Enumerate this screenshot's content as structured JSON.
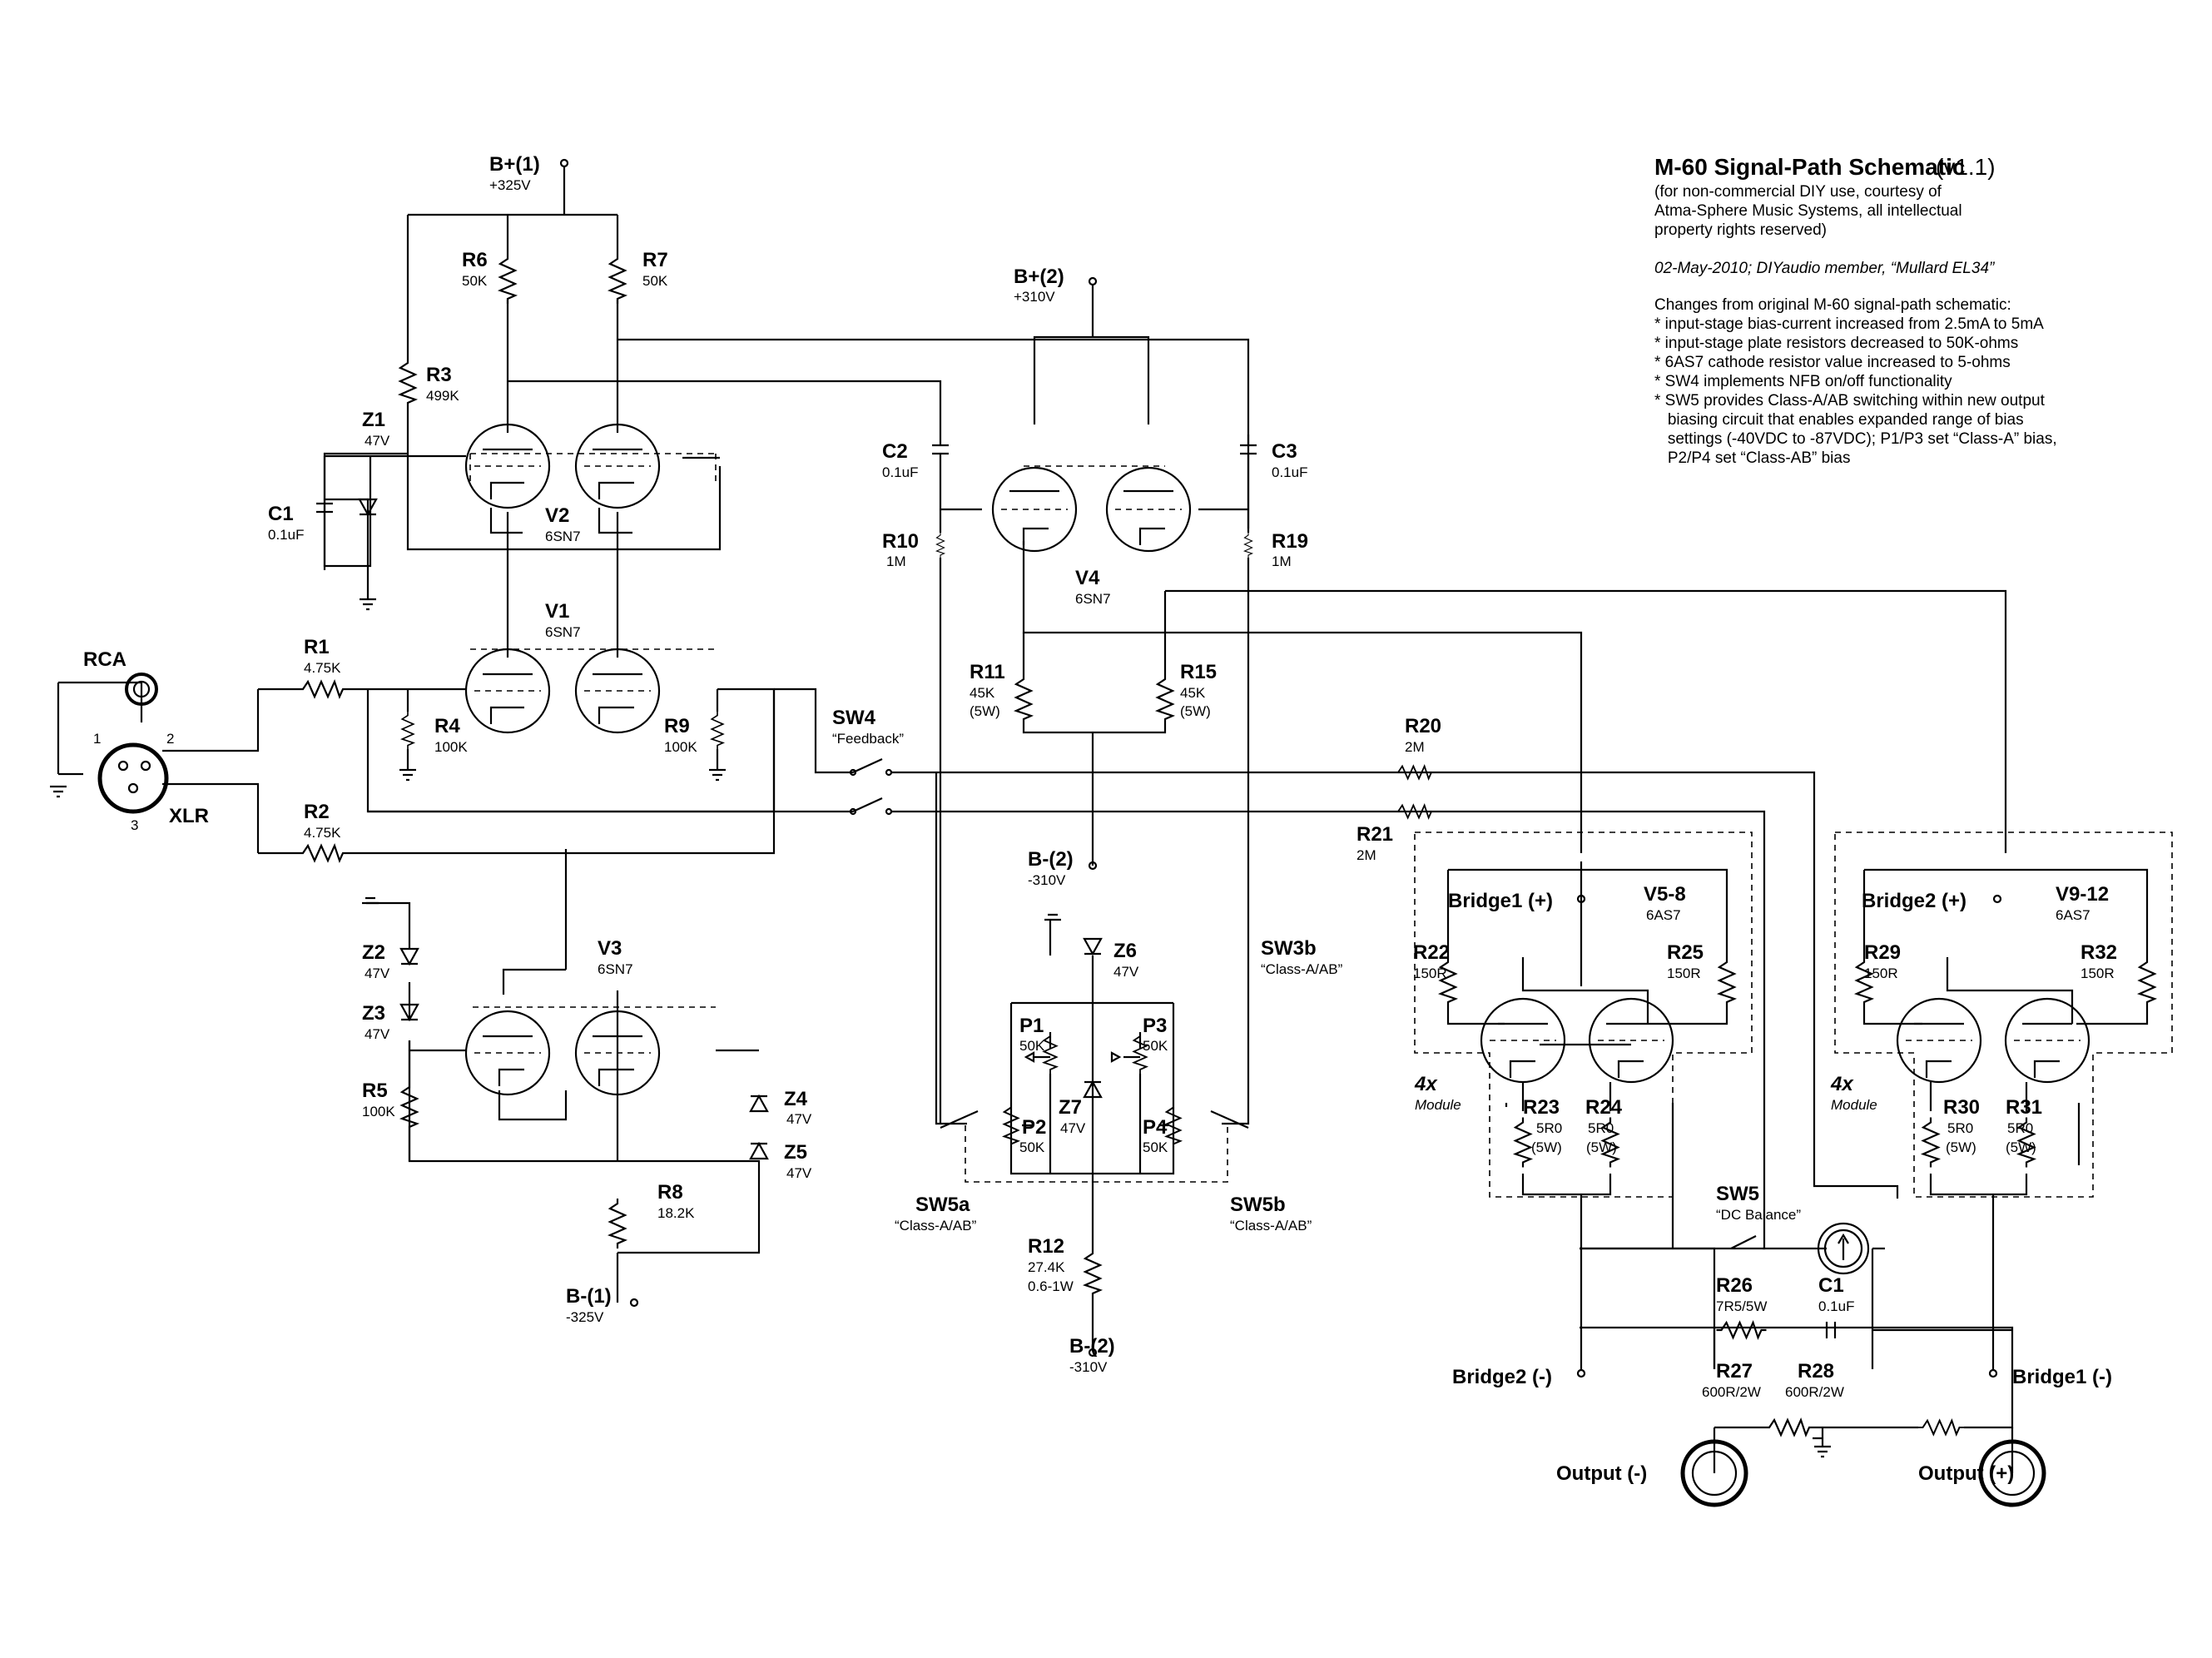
{
  "title": {
    "name": "M-60 Signal-Path Schematic",
    "version": "(v1.1)",
    "credit": [
      "(for non-commercial DIY use, courtesy of",
      "Atma-Sphere Music Systems, all intellectual",
      "property rights reserved)"
    ],
    "date_line": "02-May-2010; DIYaudio member, “Mullard EL34”",
    "changes_heading": "Changes from original M-60 signal-path schematic:",
    "changes": [
      "* input-stage bias-current increased from 2.5mA to 5mA",
      "* input-stage plate resistors decreased to 50K-ohms",
      "* 6AS7 cathode resistor value increased to 5-ohms",
      "* SW4 implements NFB on/off functionality",
      "* SW5 provides Class-A/AB switching within new output",
      "   biasing circuit that enables expanded range of bias",
      "   settings (-40VDC to -87VDC); P1/P3 set “Class-A” bias,",
      "   P2/P4 set “Class-AB” bias"
    ]
  },
  "rails": {
    "bplus1": {
      "label": "B+(1)",
      "value": "+325V"
    },
    "bplus2": {
      "label": "B+(2)",
      "value": "+310V"
    },
    "bminus1": {
      "label": "B-(1)",
      "value": "-325V"
    },
    "bminus2_top": {
      "label": "B-(2)",
      "value": "-310V"
    },
    "bminus2_bot": {
      "label": "B-(2)",
      "value": "-310V"
    }
  },
  "resistors": {
    "R1": {
      "label": "R1",
      "value": "4.75K"
    },
    "R2": {
      "label": "R2",
      "value": "4.75K"
    },
    "R3": {
      "label": "R3",
      "value": "499K"
    },
    "R4": {
      "label": "R4",
      "value": "100K"
    },
    "R5": {
      "label": "R5",
      "value": "100K"
    },
    "R6": {
      "label": "R6",
      "value": "50K"
    },
    "R7": {
      "label": "R7",
      "value": "50K"
    },
    "R8": {
      "label": "R8",
      "value": "18.2K"
    },
    "R9": {
      "label": "R9",
      "value": "100K"
    },
    "R10": {
      "label": "R10",
      "value": "1M"
    },
    "R11": {
      "label": "R11",
      "value": "45K",
      "rating": "(5W)"
    },
    "R12": {
      "label": "R12",
      "value": "27.4K",
      "rating": "0.6-1W"
    },
    "R15": {
      "label": "R15",
      "value": "45K",
      "rating": "(5W)"
    },
    "R19": {
      "label": "R19",
      "value": "1M"
    },
    "R20": {
      "label": "R20",
      "value": "2M"
    },
    "R21": {
      "label": "R21",
      "value": "2M"
    },
    "R22": {
      "label": "R22",
      "value": "150R"
    },
    "R23": {
      "label": "R23",
      "value": "5R0",
      "rating": "(5W)"
    },
    "R24": {
      "label": "R24",
      "value": "5R0",
      "rating": "(5W)"
    },
    "R25": {
      "label": "R25",
      "value": "150R"
    },
    "R26": {
      "label": "R26",
      "value": "7R5/5W"
    },
    "R27": {
      "label": "R27",
      "value": "600R/2W"
    },
    "R28": {
      "label": "R28",
      "value": "600R/2W"
    },
    "R29": {
      "label": "R29",
      "value": "150R"
    },
    "R30": {
      "label": "R30",
      "value": "5R0",
      "rating": "(5W)"
    },
    "R31": {
      "label": "R31",
      "value": "5R0",
      "rating": "(5W)"
    },
    "R32": {
      "label": "R32",
      "value": "150R"
    }
  },
  "capacitors": {
    "C1a": {
      "label": "C1",
      "value": "0.1uF"
    },
    "C1b": {
      "label": "C1",
      "value": "0.1uF"
    },
    "C2": {
      "label": "C2",
      "value": "0.1uF"
    },
    "C3": {
      "label": "C3",
      "value": "0.1uF"
    }
  },
  "zeners": {
    "Z1": {
      "label": "Z1",
      "value": "47V"
    },
    "Z2": {
      "label": "Z2",
      "value": "47V"
    },
    "Z3": {
      "label": "Z3",
      "value": "47V"
    },
    "Z4": {
      "label": "Z4",
      "value": "47V"
    },
    "Z5": {
      "label": "Z5",
      "value": "47V"
    },
    "Z6": {
      "label": "Z6",
      "value": "47V"
    },
    "Z7": {
      "label": "Z7",
      "value": "47V"
    }
  },
  "pots": {
    "P1": {
      "label": "P1",
      "value": "50K"
    },
    "P2": {
      "label": "P2",
      "value": "50K"
    },
    "P3": {
      "label": "P3",
      "value": "50K"
    },
    "P4": {
      "label": "P4",
      "value": "50K"
    }
  },
  "tubes": {
    "V1": {
      "label": "V1",
      "type": "6SN7"
    },
    "V2": {
      "label": "V2",
      "type": "6SN7"
    },
    "V3": {
      "label": "V3",
      "type": "6SN7"
    },
    "V4": {
      "label": "V4",
      "type": "6SN7"
    },
    "V58": {
      "label": "V5-8",
      "type": "6AS7"
    },
    "V912": {
      "label": "V9-12",
      "type": "6AS7"
    }
  },
  "switches": {
    "SW4": {
      "label": "SW4",
      "desc": "“Feedback”"
    },
    "SW3b": {
      "label": "SW3b",
      "desc": "“Class-A/AB”"
    },
    "SW5a": {
      "label": "SW5a",
      "desc": "“Class-A/AB”"
    },
    "SW5b": {
      "label": "SW5b",
      "desc": "“Class-A/AB”"
    },
    "SW5": {
      "label": "SW5",
      "desc": "“DC Balance”"
    }
  },
  "connectors": {
    "rca": "RCA",
    "xlr": "XLR",
    "pin1": "1",
    "pin2": "2",
    "pin3": "3",
    "out_minus": "Output (-)",
    "out_plus": "Output (+)",
    "bridge2_minus": "Bridge2 (-)",
    "bridge1_minus": "Bridge1 (-)"
  },
  "modules": {
    "bridge1": {
      "label": "Bridge1 (+)",
      "count": "4x",
      "note": "Module"
    },
    "bridge2": {
      "label": "Bridge2 (+)",
      "count": "4x",
      "note": "Module"
    }
  }
}
